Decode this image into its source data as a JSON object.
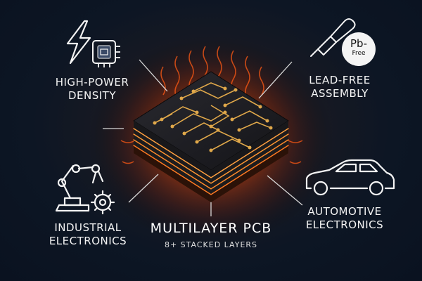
{
  "features": {
    "power": {
      "line1": "HIGH-POWER",
      "line2": "DENSITY",
      "icon": "lightning-chip-icon"
    },
    "lead": {
      "line1": "LEAD-FREE",
      "line2": "ASSEMBLY",
      "badge_main": "Pb-",
      "badge_sub": "Free",
      "icon": "soldering-iron-icon"
    },
    "industrial": {
      "line1": "INDUSTRIAL",
      "line2": "ELECTRONICS",
      "icon": "robot-arm-gear-icon"
    },
    "automotive": {
      "line1": "AUTOMOTIVE",
      "line2": "ELECTRONICS",
      "icon": "car-icon"
    }
  },
  "center": {
    "title": "MULTILAYER PCB",
    "subtitle": "8+ STACKED LAYERS",
    "icon": "multilayer-pcb-chip-icon"
  },
  "colors": {
    "background": "#0d1624",
    "glow": "#ff6a1a",
    "trace": "#e0a84a",
    "chip_top": "#1c1c22",
    "label": "#f4f4f4"
  }
}
